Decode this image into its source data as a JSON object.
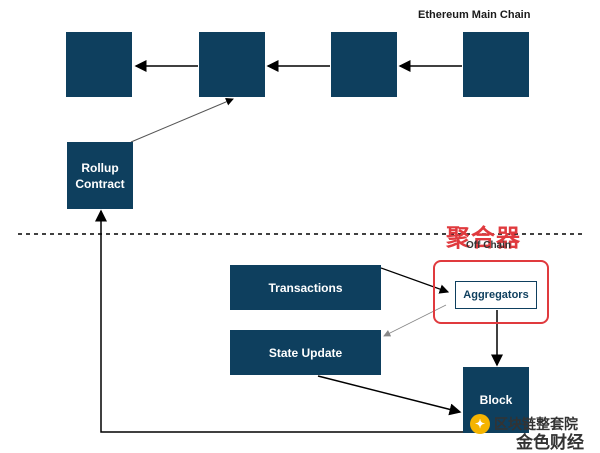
{
  "main_chain": {
    "title": "Ethereum Main Chain"
  },
  "rollup_contract": {
    "label": "Rollup\nContract"
  },
  "offchain": {
    "label": "Off Chain",
    "cn_label": "聚合器"
  },
  "nodes": {
    "transactions": "Transactions",
    "state_update": "State Update",
    "aggregators": "Aggregators",
    "block": "Block"
  },
  "watermark": {
    "line1": "区块链整套院",
    "line2": "金色财经"
  },
  "colors": {
    "box": "#0e3f5e",
    "highlight": "#e03a3e",
    "line": "#000000"
  }
}
